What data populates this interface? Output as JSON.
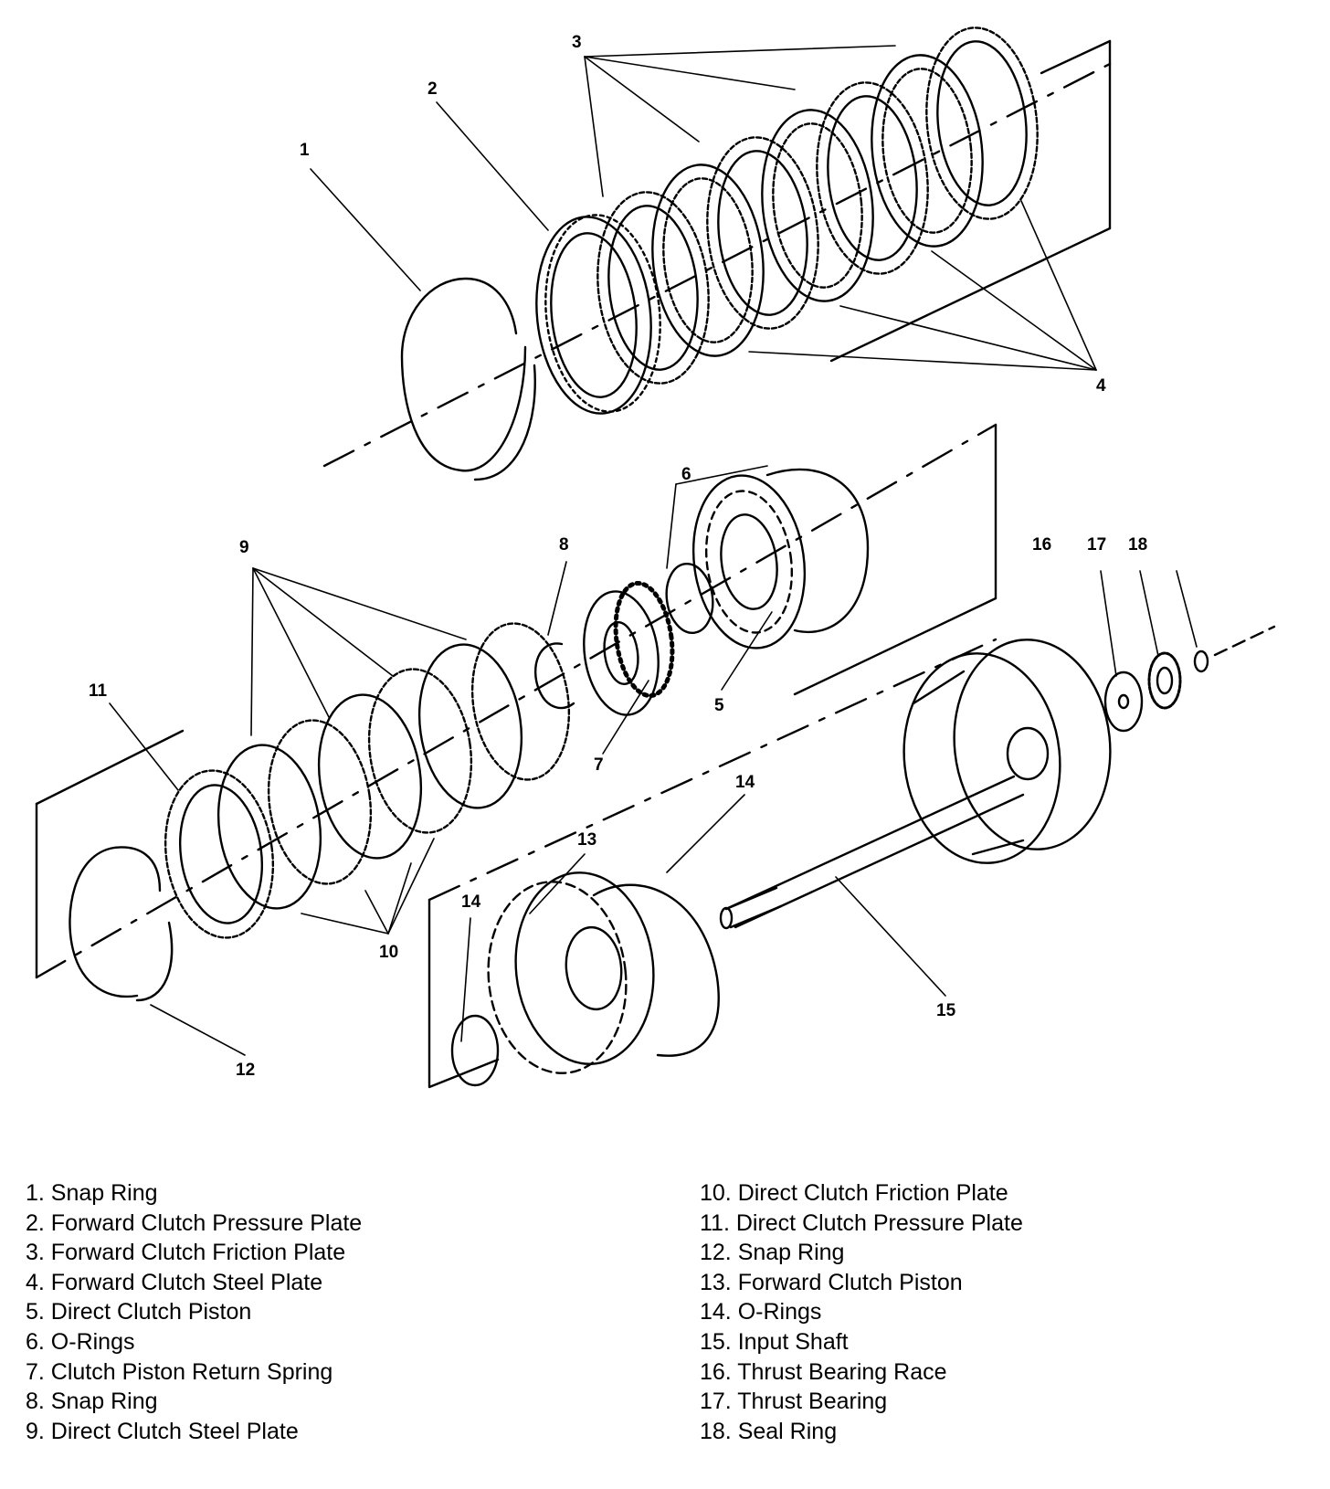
{
  "callouts": {
    "c1": "1",
    "c2": "2",
    "c3": "3",
    "c4": "4",
    "c5": "5",
    "c6": "6",
    "c7": "7",
    "c8": "8",
    "c9": "9",
    "c10": "10",
    "c11": "11",
    "c12": "12",
    "c13": "13",
    "c14a": "14",
    "c14b": "14",
    "c15": "15",
    "c16": "16",
    "c17": "17",
    "c18": "18"
  },
  "legend": {
    "left": [
      "1. Snap Ring",
      "2. Forward Clutch Pressure Plate",
      "3. Forward Clutch Friction Plate",
      "4. Forward Clutch Steel Plate",
      "5. Direct Clutch Piston",
      "6. O-Rings",
      "7. Clutch Piston Return Spring",
      "8. Snap Ring",
      "9. Direct Clutch Steel Plate"
    ],
    "right": [
      "10. Direct Clutch Friction Plate",
      "11. Direct Clutch Pressure Plate",
      "12. Snap Ring",
      "13. Forward Clutch Piston",
      "14. O-Rings",
      "15. Input Shaft",
      "16. Thrust Bearing Race",
      "17. Thrust Bearing",
      "18. Seal Ring"
    ]
  }
}
